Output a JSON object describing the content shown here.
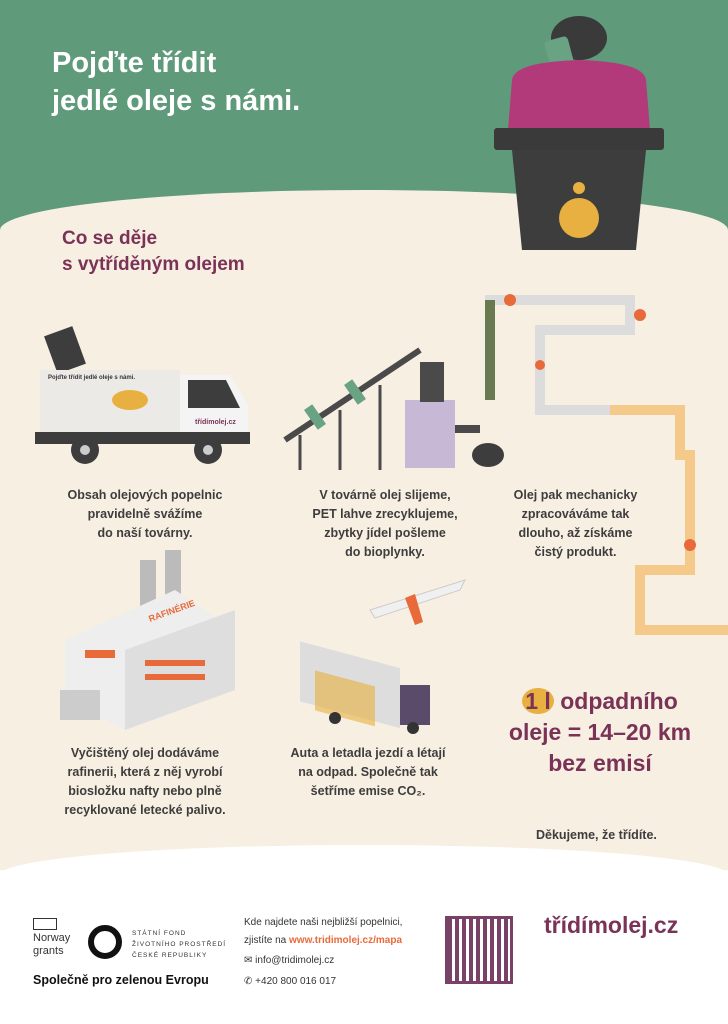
{
  "header": {
    "title_line1": "Pojďte třídit",
    "title_line2": "jedlé oleje s námi."
  },
  "section": {
    "title_line1": "Co se děje",
    "title_line2": "s vytříděným olejem"
  },
  "truck": {
    "side_text": "Pojďte třídit jedlé oleje s námi.",
    "brand": "třídímolej.cz"
  },
  "refinery": {
    "sign": "RAFINÉRIE"
  },
  "steps": [
    {
      "lines": [
        "Obsah olejových popelnic",
        "pravidelně svážíme",
        "do naší továrny."
      ]
    },
    {
      "lines": [
        "V továrně olej slijeme,",
        "PET lahve zrecyklujeme,",
        "zbytky jídel pošleme",
        "do bioplynky."
      ]
    },
    {
      "lines": [
        "Olej pak mechanicky",
        "zpracováváme tak",
        "dlouho, až získáme",
        "čistý produkt."
      ]
    },
    {
      "lines": [
        "Vyčištěný olej dodáváme",
        "rafinerii, která z něj vyrobí",
        "biosložku nafty nebo plně",
        "recyklované letecké palivo."
      ]
    },
    {
      "lines": [
        "Auta a letadla jezdí a létají",
        "na odpad. Společně tak",
        "šetříme emise CO₂."
      ]
    }
  ],
  "stat": {
    "amount": "1 l",
    "line1": "odpadního",
    "line2": "oleje = 14–20 km",
    "line3": "bez emisí"
  },
  "thanks": "Děkujeme, že třídíte.",
  "footer": {
    "norway": "Norway grants",
    "fund": [
      "STÁTNÍ FOND",
      "ŽIVOTNÍHO PROSTŘEDÍ",
      "ČESKÉ REPUBLIKY"
    ],
    "slogan": "Společně pro zelenou Evropu",
    "find_line1": "Kde najdete naši nejbližší popelnici,",
    "find_line2": "zjistíte na ",
    "map_link": "www.tridimolej.cz/mapa",
    "email": "info@tridimolej.cz",
    "phone": "+420 800 016 017",
    "logo": "třídímolej.cz"
  },
  "colors": {
    "green": "#5f9a7a",
    "cream": "#f8efe3",
    "purple": "#7a3357",
    "gold": "#e8b040",
    "orange": "#e86a3a"
  }
}
